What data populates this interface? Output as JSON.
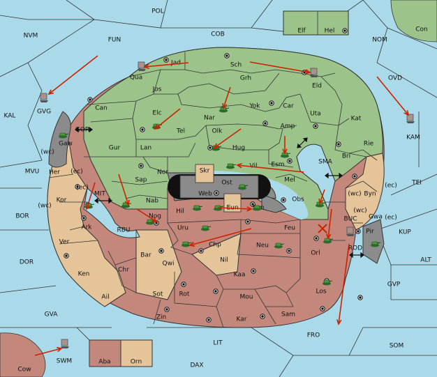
{
  "colors": {
    "sea": "#aadaea",
    "green": "#9bc38a",
    "tan": "#e6c49a",
    "brown": "#c4877c",
    "gray": "#8b8b8b",
    "black": "#111111",
    "arrow": "#cc2200",
    "unit": "#2e7d32",
    "line": "#333333"
  },
  "seas": [
    {
      "key": "pol",
      "label": "POL"
    },
    {
      "key": "nvm",
      "label": "NVM"
    },
    {
      "key": "fun",
      "label": "FUN"
    },
    {
      "key": "cob",
      "label": "COB"
    },
    {
      "key": "nom",
      "label": "NOM"
    },
    {
      "key": "con",
      "label": "Con"
    },
    {
      "key": "kal",
      "label": "KAL"
    },
    {
      "key": "ovd",
      "label": "OVD"
    },
    {
      "key": "kam",
      "label": "KAM"
    },
    {
      "key": "gvg",
      "label": "GVG"
    },
    {
      "key": "gor",
      "label": "GOR"
    },
    {
      "key": "mvu",
      "label": "MVU"
    },
    {
      "key": "mit",
      "label": "MIT"
    },
    {
      "key": "bor",
      "label": "BOR"
    },
    {
      "key": "rbu",
      "label": "RBU"
    },
    {
      "key": "dor",
      "label": "DOR"
    },
    {
      "key": "sma",
      "label": "SMA"
    },
    {
      "key": "tei",
      "label": "TEI"
    },
    {
      "key": "buc",
      "label": "BUC"
    },
    {
      "key": "kup",
      "label": "KUP"
    },
    {
      "key": "alt",
      "label": "ALT"
    },
    {
      "key": "rod",
      "label": "ROD"
    },
    {
      "key": "gvp",
      "label": "GVP"
    },
    {
      "key": "gva",
      "label": "GVA"
    },
    {
      "key": "fro",
      "label": "FRO"
    },
    {
      "key": "som",
      "label": "SOM"
    },
    {
      "key": "lit",
      "label": "LIT"
    },
    {
      "key": "swm",
      "label": "SWM"
    },
    {
      "key": "dax",
      "label": "DAX"
    },
    {
      "key": "cow",
      "label": "Cow"
    }
  ],
  "lands": [
    {
      "key": "elf",
      "label": "Elf"
    },
    {
      "key": "hel",
      "label": "Hel"
    },
    {
      "key": "jad",
      "label": "Jad"
    },
    {
      "key": "sch",
      "label": "Sch"
    },
    {
      "key": "qua",
      "label": "Qua"
    },
    {
      "key": "grh",
      "label": "Grh"
    },
    {
      "key": "eld",
      "label": "Eld"
    },
    {
      "key": "jos",
      "label": "Jos"
    },
    {
      "key": "can",
      "label": "Can"
    },
    {
      "key": "nar",
      "label": "Nar"
    },
    {
      "key": "yok",
      "label": "Yok"
    },
    {
      "key": "car",
      "label": "Car"
    },
    {
      "key": "uta",
      "label": "Uta"
    },
    {
      "key": "kat",
      "label": "Kat"
    },
    {
      "key": "elc",
      "label": "Elc"
    },
    {
      "key": "tel",
      "label": "Tel"
    },
    {
      "key": "olk",
      "label": "Olk"
    },
    {
      "key": "amp",
      "label": "Amp"
    },
    {
      "key": "gaw",
      "label": "Gaw"
    },
    {
      "key": "gur",
      "label": "Gur"
    },
    {
      "key": "lan",
      "label": "Lan"
    },
    {
      "key": "hug",
      "label": "Hug"
    },
    {
      "key": "esm",
      "label": "Esm"
    },
    {
      "key": "rie",
      "label": "Rie"
    },
    {
      "key": "bri",
      "label": "Bri"
    },
    {
      "key": "nor",
      "label": "Nor"
    },
    {
      "key": "vil",
      "label": "Vil"
    },
    {
      "key": "her",
      "label": "Her"
    },
    {
      "key": "skr",
      "label": "Skr"
    },
    {
      "key": "mel",
      "label": "Mel"
    },
    {
      "key": "ost",
      "label": "Ost"
    },
    {
      "key": "sap",
      "label": "Sap"
    },
    {
      "key": "web",
      "label": "Web"
    },
    {
      "key": "byn",
      "label": "Byn"
    },
    {
      "key": "kor",
      "label": "Kor"
    },
    {
      "key": "obs",
      "label": "Obs"
    },
    {
      "key": "nab",
      "label": "Nab"
    },
    {
      "key": "hil",
      "label": "Hil"
    },
    {
      "key": "eun",
      "label": "Eun"
    },
    {
      "key": "sun",
      "label": "Sun"
    },
    {
      "key": "gwa",
      "label": "Gwa"
    },
    {
      "key": "ark",
      "label": "Ark"
    },
    {
      "key": "nog",
      "label": "Nog"
    },
    {
      "key": "pir",
      "label": "Pir"
    },
    {
      "key": "uru",
      "label": "Uru"
    },
    {
      "key": "feu",
      "label": "Feu"
    },
    {
      "key": "ver",
      "label": "Ver"
    },
    {
      "key": "chp",
      "label": "Chp"
    },
    {
      "key": "neu",
      "label": "Neu"
    },
    {
      "key": "orl",
      "label": "Orl"
    },
    {
      "key": "bar",
      "label": "Bar"
    },
    {
      "key": "qwi",
      "label": "Qwi"
    },
    {
      "key": "nil",
      "label": "Nil"
    },
    {
      "key": "ken",
      "label": "Ken"
    },
    {
      "key": "chr",
      "label": "Chr"
    },
    {
      "key": "kaa",
      "label": "Kaa"
    },
    {
      "key": "los",
      "label": "Los"
    },
    {
      "key": "ail",
      "label": "Ail"
    },
    {
      "key": "sot",
      "label": "Sot"
    },
    {
      "key": "rot",
      "label": "Rot"
    },
    {
      "key": "mou",
      "label": "Mou"
    },
    {
      "key": "zin",
      "label": "Zin"
    },
    {
      "key": "kar",
      "label": "Kar"
    },
    {
      "key": "sam",
      "label": "Sam"
    },
    {
      "key": "aba",
      "label": "Aba"
    },
    {
      "key": "orn",
      "label": "Orn"
    }
  ],
  "coast_labels": {
    "wc": "(wc)",
    "ec": "(ec)"
  }
}
